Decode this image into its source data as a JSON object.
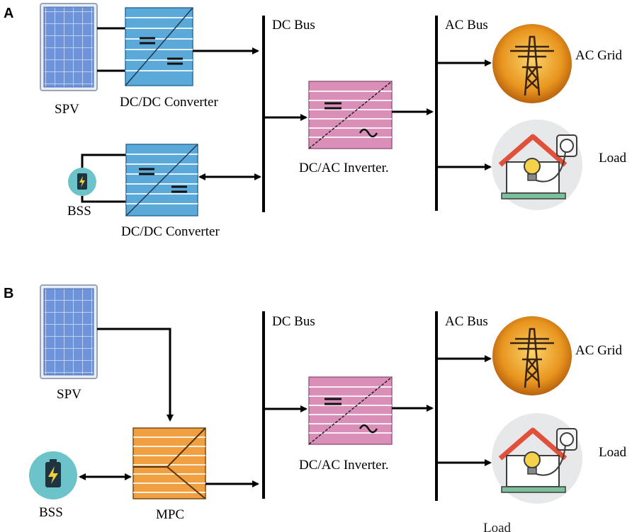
{
  "panel_a": {
    "letter": "A",
    "spv_label": "SPV",
    "dcdc_top_label": "DC/DC Converter",
    "bss_label": "BSS",
    "dcdc_bottom_label": "DC/DC Converter",
    "dc_bus_label": "DC Bus",
    "inverter_label": "DC/AC Inverter.",
    "ac_bus_label": "AC Bus",
    "ac_grid_label": "AC Grid",
    "load_label": "Load"
  },
  "panel_b": {
    "letter": "B",
    "spv_label": "SPV",
    "bss_label": "BSS",
    "mpc_label": "MPC",
    "dc_bus_label": "DC Bus",
    "inverter_label": "DC/AC Inverter.",
    "ac_bus_label": "AC Bus",
    "ac_grid_label": "AC Grid",
    "load_label": "Load",
    "load_label_cropped": "Load"
  },
  "colors": {
    "solar_cell": "#6a8fd6",
    "converter_blue": "#5aa9d9",
    "inverter_pink": "#d98fb8",
    "mpc_orange": "#f0a040",
    "grid_orange": "#e8951f",
    "battery_teal": "#6cc3c9",
    "house_roof": "#e0503a"
  }
}
